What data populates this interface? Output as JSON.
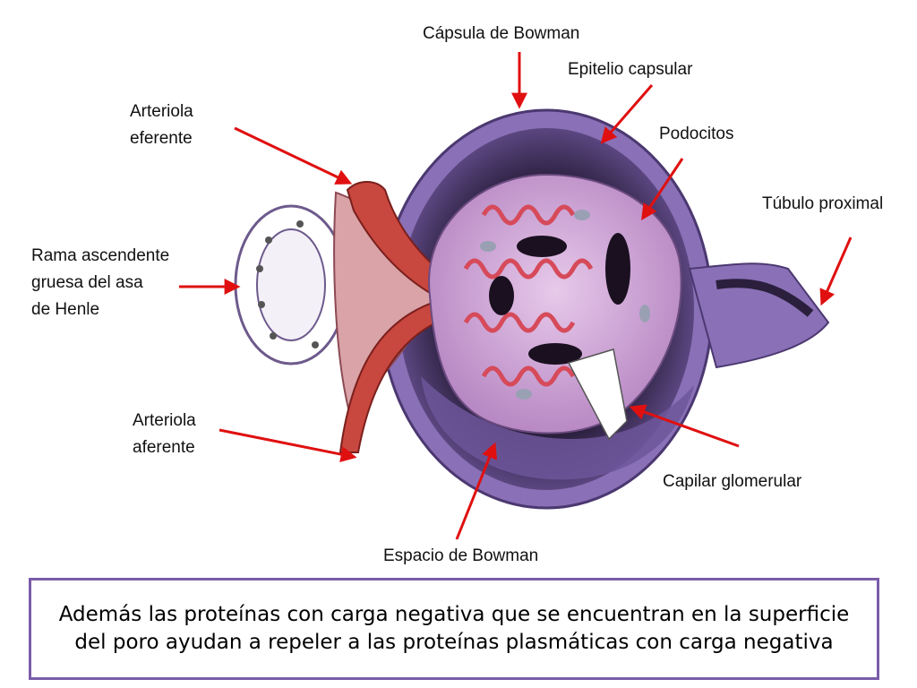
{
  "labels": {
    "capsula_bowman": "Cápsula de Bowman",
    "epitelio_capsular": "Epitelio capsular",
    "arteriola_eferente_1": "Arteriola",
    "arteriola_eferente_2": "eferente",
    "podocitos": "Podocitos",
    "tubulo_proximal": "Túbulo proximal",
    "rama_1": "Rama ascendente",
    "rama_2": "gruesa del asa",
    "rama_3": "de Henle",
    "arteriola_aferente_1": "Arteriola",
    "arteriola_aferente_2": "aferente",
    "capilar_glomerular": "Capilar glomerular",
    "espacio_bowman": "Espacio de Bowman"
  },
  "caption": "Además las proteínas con carga negativa que se encuentran en la superficie del poro ayudan a repeler a las proteínas plasmáticas con carga negativa",
  "colors": {
    "arrow": "#e01010",
    "capsule_outer": "#7e63a8",
    "capsule_fill": "#3a2c52",
    "glomerulus": "#c9a2d4",
    "capillary": "#d64a5a",
    "arteriole": "#c8473f",
    "box_border": "#7a5ca8"
  }
}
